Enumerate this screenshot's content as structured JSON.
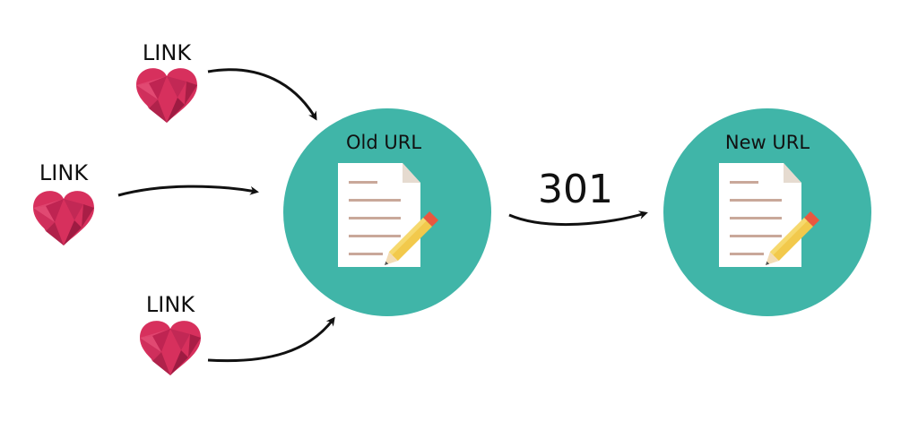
{
  "links": [
    {
      "label": "LINK"
    },
    {
      "label": "LINK"
    },
    {
      "label": "LINK"
    }
  ],
  "old_url": {
    "label": "Old URL"
  },
  "new_url": {
    "label": "New URL"
  },
  "redirect": {
    "code": "301"
  },
  "colors": {
    "circle": "#40b5a8",
    "heart": "#d7305d",
    "heart_dark": "#a91e46",
    "paper": "#ffffff",
    "paper_fold": "#e6dbd0",
    "paper_lines": "#c9a89a",
    "pencil": "#f2c94c",
    "pencil_tip": "#e9573f",
    "arrow": "#111111"
  }
}
